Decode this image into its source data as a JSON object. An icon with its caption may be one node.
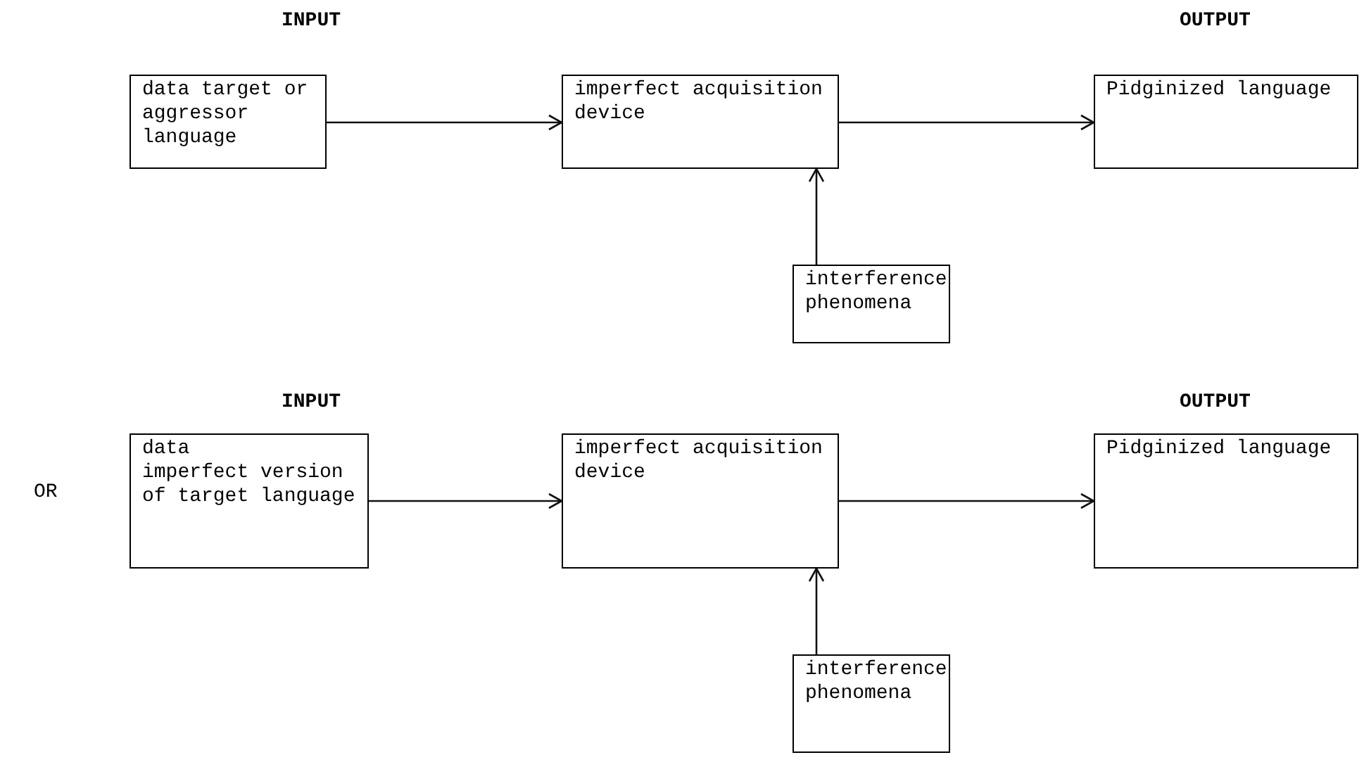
{
  "diagram": {
    "nodes": [
      {
        "text": [
          "data target or aggressor language"
        ]
      },
      {
        "text": [
          "imperfect acquisition device"
        ]
      },
      {
        "text": [
          "Pidginized language"
        ]
      },
      {
        "text": [
          "interference phenomena"
        ]
      },
      {
        "text": [
          "data",
          "imperfect version of target language"
        ]
      },
      {
        "text": [
          "imperfect acquisition device"
        ]
      },
      {
        "text": [
          "Pidginized language"
        ]
      },
      {
        "text": [
          "interference phenomena"
        ]
      }
    ],
    "edges": [
      {
        "from": 0,
        "to": 1,
        "arrow": "to"
      },
      {
        "from": 1,
        "to": 2,
        "arrow": "to"
      },
      {
        "from": 3,
        "to": 1,
        "arrow": "to"
      },
      {
        "from": 4,
        "to": 5,
        "arrow": "to"
      },
      {
        "from": 5,
        "to": 6,
        "arrow": "to"
      },
      {
        "from": 7,
        "to": 5,
        "arrow": "to"
      }
    ],
    "labels": [
      "INPUT",
      "OUTPUT",
      "INPUT",
      "OUTPUT",
      "OR"
    ]
  }
}
